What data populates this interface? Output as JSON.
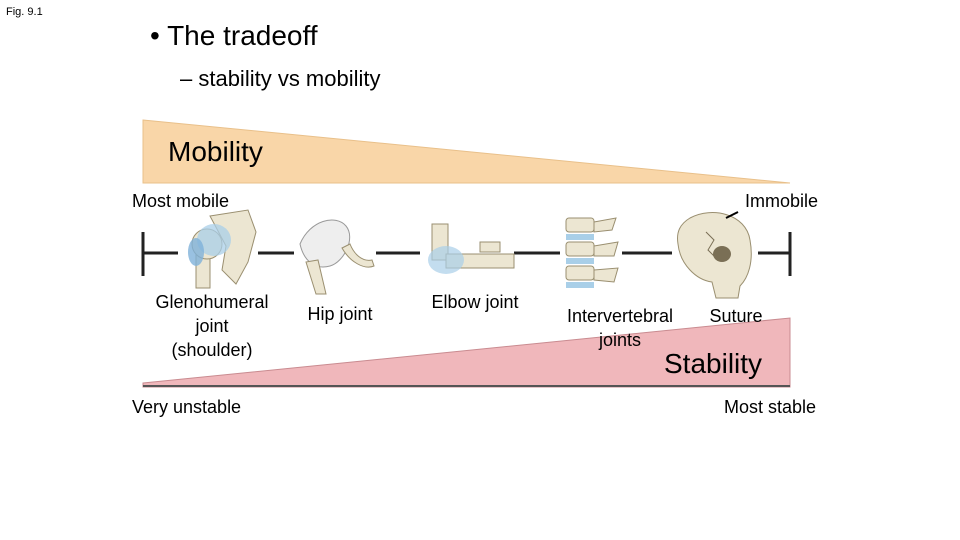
{
  "figure_label": "Fig. 9.1",
  "title": "• The tradeoff",
  "subtitle": "– stability vs mobility",
  "mobility_label": "Mobility",
  "stability_label": "Stability",
  "ends": {
    "most_mobile": "Most mobile",
    "immobile": "Immobile",
    "very_unstable": "Very unstable",
    "most_stable": "Most stable"
  },
  "joints": [
    {
      "name": "Glenohumeral joint (shoulder)",
      "lines": [
        "Glenohumeral",
        "joint",
        "(shoulder)"
      ],
      "icon": "shoulder-joint-icon"
    },
    {
      "name": "Hip joint",
      "lines": [
        "Hip joint"
      ],
      "icon": "hip-joint-icon"
    },
    {
      "name": "Elbow joint",
      "lines": [
        "Elbow joint"
      ],
      "icon": "elbow-joint-icon"
    },
    {
      "name": "Intervertebral joints",
      "lines": [
        "Intervertebral",
        "joints"
      ],
      "icon": "vertebrae-icon"
    },
    {
      "name": "Suture",
      "lines": [
        "Suture"
      ],
      "icon": "skull-icon"
    }
  ],
  "colors": {
    "mobility_fill": "#f9d6a8",
    "stability_fill": "#f0b7bb",
    "bone": "#ece6d2",
    "cartilage": "#a9cfe8"
  }
}
